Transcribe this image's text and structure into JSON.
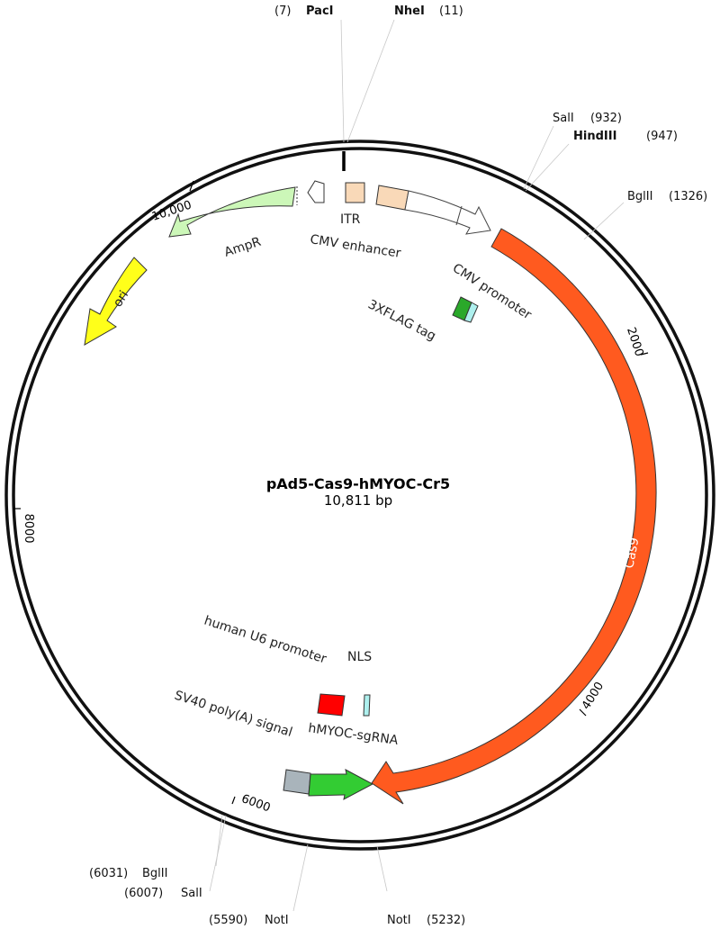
{
  "plasmid": {
    "name": "pAd5-Cas9-hMYOC-Cr5",
    "length": "10,811 bp"
  },
  "ticks": {
    "t10000": "10,000",
    "t2000": "2000",
    "t4000": "4000",
    "t6000": "6000",
    "t8000": "8000"
  },
  "sites": {
    "paci": {
      "pos": "(7)",
      "name": "PacI"
    },
    "nhei": {
      "name": "NheI",
      "pos": "(11)"
    },
    "sali1": {
      "name": "SalI",
      "pos": "(932)"
    },
    "hind": {
      "name": "HindIII",
      "pos": "(947)"
    },
    "bglii1": {
      "name": "BglII",
      "pos": "(1326)"
    },
    "bglii2": {
      "pos": "(6031)",
      "name": "BglII"
    },
    "sali2": {
      "pos": "(6007)",
      "name": "SalI"
    },
    "noti1": {
      "pos": "(5590)",
      "name": "NotI"
    },
    "noti2": {
      "name": "NotI",
      "pos": "(5232)"
    }
  },
  "features": {
    "itr": "ITR",
    "cmv_enhancer": "CMV enhancer",
    "cmv_promoter": "CMV promoter",
    "flag": "3XFLAG tag",
    "cas9": "Cas9",
    "ampr": "AmpR",
    "ori": "ori",
    "u6": "human U6 promoter",
    "nls": "NLS",
    "sgrna": "hMYOC-sgRNA",
    "sv40": "SV40 poly(A) signal"
  },
  "colors": {
    "cas9": "#ff5a1f",
    "ampr": "#ccf7b8",
    "ori": "#ffff1a",
    "itr": "#f9d9b8",
    "enhancer": "#f9d9b8",
    "flag": "#2aa82a",
    "nls": "#aef0ee",
    "u6": "#ff0000",
    "sgrna": "#33cc33",
    "sv40": "#a9b4bb"
  }
}
